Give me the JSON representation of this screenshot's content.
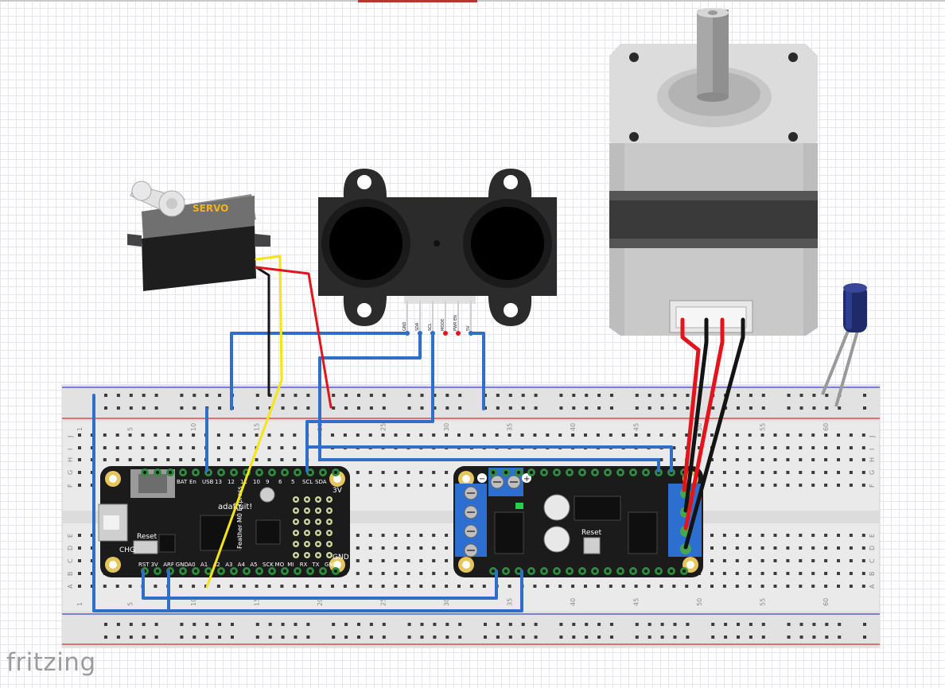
{
  "app": {
    "logo": "fritzing"
  },
  "servo": {
    "label": "SERVO"
  },
  "lidar": {
    "pins": [
      "GND",
      "SDA",
      "SCL",
      "MODE",
      "PWR EN",
      "5V"
    ]
  },
  "breadboard": {
    "column_numbers_top": [
      "1",
      "5",
      "10",
      "15",
      "20",
      "25",
      "30",
      "35",
      "40",
      "45",
      "50",
      "55",
      "60"
    ],
    "column_numbers_bottom": [
      "1",
      "5",
      "10",
      "15",
      "20",
      "25",
      "30",
      "35",
      "40",
      "45",
      "50",
      "55",
      "60"
    ],
    "row_letters_top": [
      "J",
      "I",
      "H",
      "G",
      "F"
    ],
    "row_letters_bottom": [
      "E",
      "D",
      "C",
      "B",
      "A"
    ]
  },
  "feather": {
    "top_pins": [
      "BAT",
      "En",
      "USB",
      "13",
      "12",
      "11",
      "10",
      "9",
      "6",
      "5",
      "SCL",
      "SDA"
    ],
    "bottom_pins": [
      "RST",
      "3V",
      "ARF",
      "GND",
      "A0",
      "A1",
      "A2",
      "A3",
      "A4",
      "A5",
      "SCK",
      "MO",
      "MI",
      "RX",
      "TX",
      "GND"
    ],
    "brand": "adafruit!",
    "board_name": "Feather M0 Express",
    "reset_label": "Reset",
    "chg_label": "CHG",
    "right_labels": [
      "3V",
      "GND"
    ]
  },
  "motor_driver": {
    "reset_label": "Reset",
    "minus_label": "−",
    "plus_label": "+"
  },
  "colors": {
    "wire_blue": "#2f6fc8",
    "wire_red": "#e3141b",
    "wire_black": "#141414",
    "wire_yellow": "#f6e60f",
    "pcb": "#1b1b1b",
    "breadboard": "#eaeaea",
    "rail_red": "#d83030",
    "rail_blue": "#3a46d4"
  }
}
